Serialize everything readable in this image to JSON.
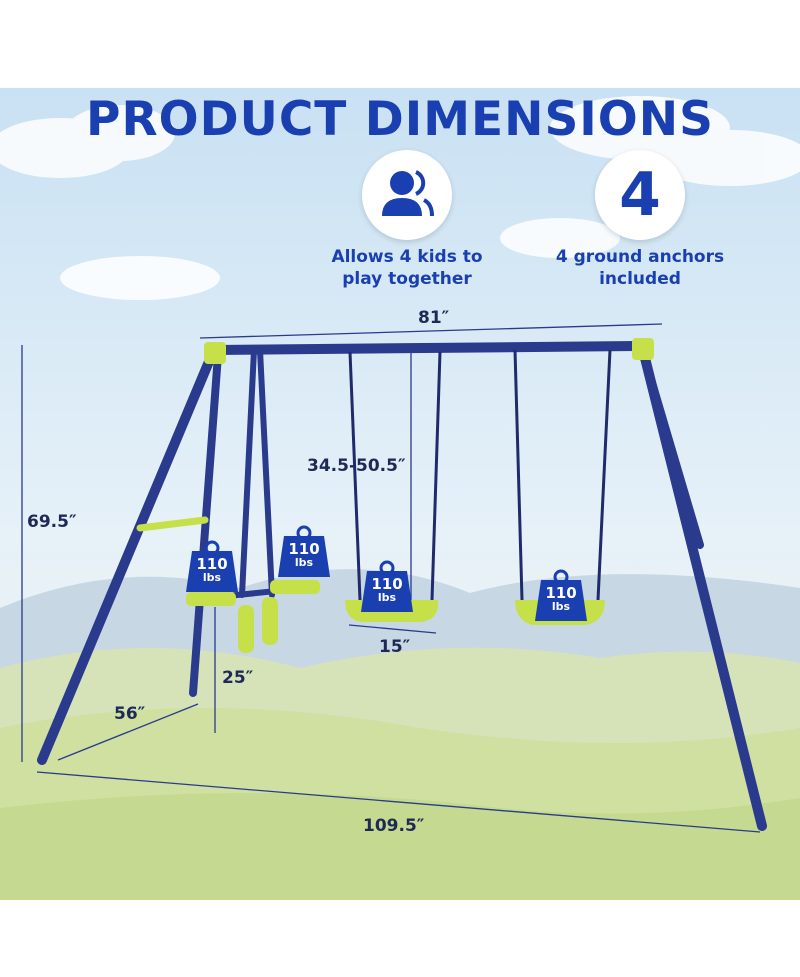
{
  "title": "PRODUCT DIMENSIONS",
  "features": [
    {
      "icon": "kids-users-icon",
      "text_line1": "Allows 4 kids to",
      "text_line2": "play together"
    },
    {
      "icon": "number-badge",
      "value": "4",
      "text_line1": "4 ground anchors",
      "text_line2": "included"
    }
  ],
  "dimensions": {
    "top_beam_width": "81″",
    "height": "69.5″",
    "rope_length": "34.5-50.5″",
    "seat_width": "15″",
    "glider_height": "25″",
    "depth": "56″",
    "base_width": "109.5″"
  },
  "weight_limits": [
    {
      "value": "110",
      "unit": "lbs"
    },
    {
      "value": "110",
      "unit": "lbs"
    },
    {
      "value": "110",
      "unit": "lbs"
    },
    {
      "value": "110",
      "unit": "lbs"
    }
  ],
  "colors": {
    "frame_blue": "#2a3a8c",
    "accent_green": "#c6e04a",
    "title_blue": "#1a3fb0",
    "sky": "#d8e9f6",
    "grass": "#c9dd9a"
  }
}
